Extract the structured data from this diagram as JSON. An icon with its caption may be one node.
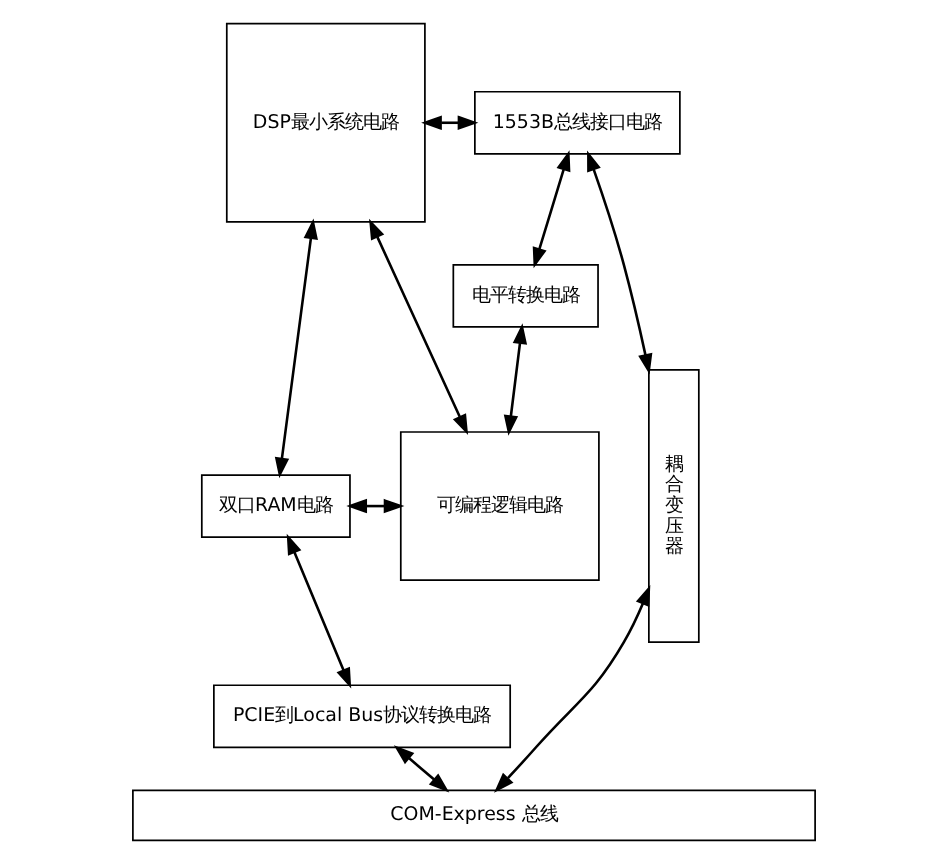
{
  "diagram": {
    "nodes": [
      {
        "text": [
          "DSP最小系统电路"
        ]
      },
      {
        "text": [
          "1553B总线接口电路"
        ]
      },
      {
        "text": [
          "电平转换电路"
        ]
      },
      {
        "text": [
          "可编程逻辑电路"
        ]
      },
      {
        "text": [
          "双口RAM电路"
        ]
      },
      {
        "text": [
          "PCIE到Local Bus协议转换电路"
        ]
      },
      {
        "text": [
          "耦合变压器"
        ]
      },
      {
        "text": [
          "COM-Express 总线"
        ]
      }
    ],
    "edges": [
      {
        "from": 0,
        "to": 1,
        "arrow": "both"
      },
      {
        "from": 1,
        "to": 2,
        "arrow": "both"
      },
      {
        "from": 2,
        "to": 3,
        "arrow": "both"
      },
      {
        "from": 0,
        "to": 3,
        "arrow": "both"
      },
      {
        "from": 0,
        "to": 4,
        "arrow": "both"
      },
      {
        "from": 4,
        "to": 3,
        "arrow": "both"
      },
      {
        "from": 4,
        "to": 5,
        "arrow": "both"
      },
      {
        "from": 5,
        "to": 7,
        "arrow": "both"
      },
      {
        "from": 1,
        "to": 6,
        "arrow": "both"
      },
      {
        "from": 6,
        "to": 7,
        "arrow": "both"
      }
    ]
  }
}
